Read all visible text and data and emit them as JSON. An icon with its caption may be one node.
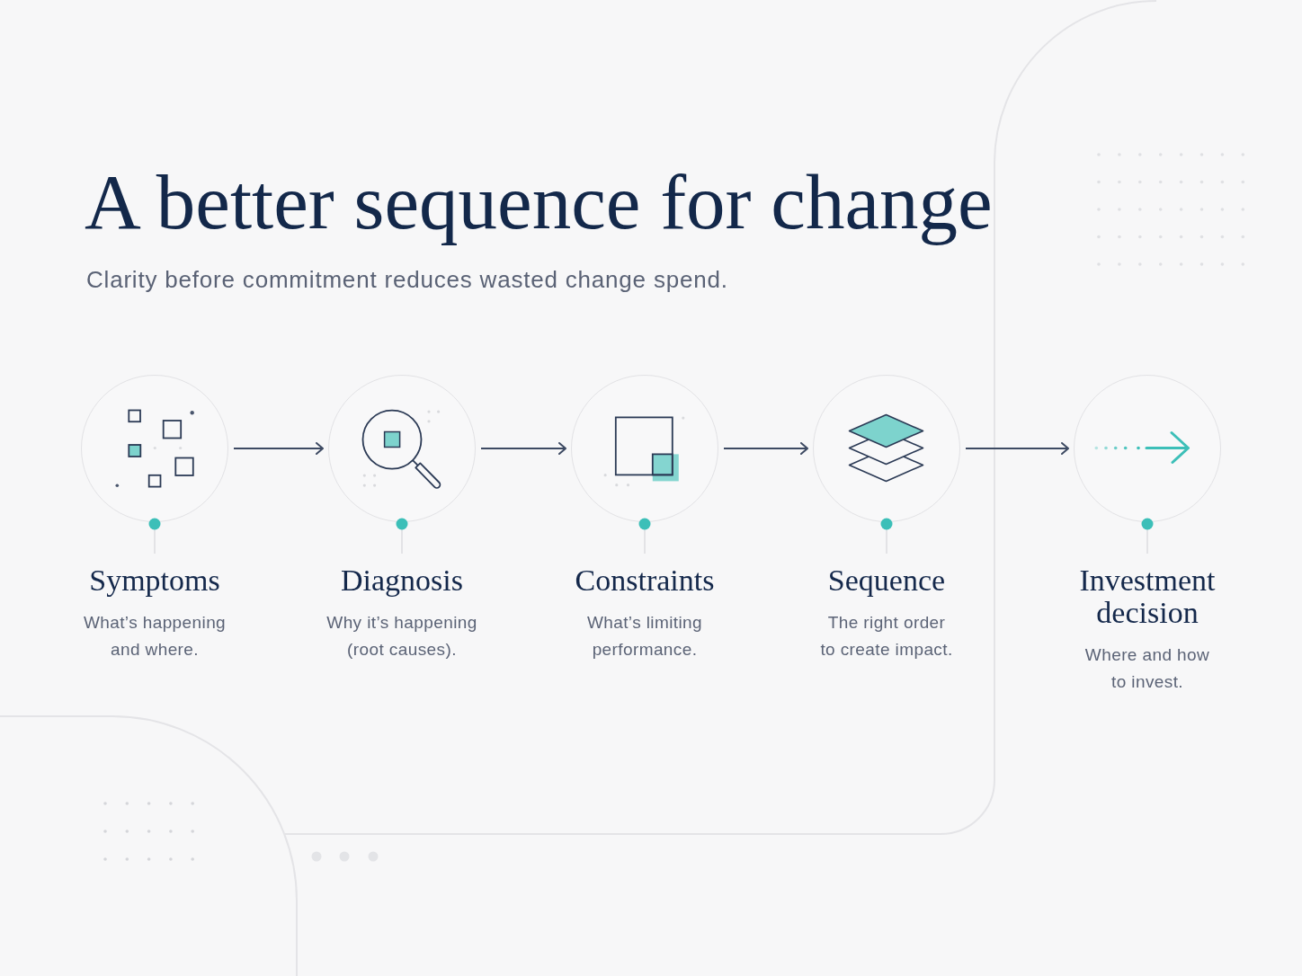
{
  "diagram": {
    "title": "A better sequence for change",
    "nodes": [
      {
        "text": [
          "Symptoms",
          "What’s happening and where."
        ]
      },
      {
        "text": [
          "Diagnosis",
          "Why it’s happening (root causes)."
        ]
      },
      {
        "text": [
          "Constraints",
          "What’s limiting performance."
        ]
      },
      {
        "text": [
          "Sequence",
          "The right order to create impact."
        ]
      },
      {
        "text": [
          "Investment decision",
          "Where and how to invest."
        ]
      }
    ],
    "edges": [
      {
        "from": 0,
        "to": 1,
        "arrow": "to"
      },
      {
        "from": 1,
        "to": 2,
        "arrow": "to"
      },
      {
        "from": 2,
        "to": 3,
        "arrow": "to"
      },
      {
        "from": 3,
        "to": 4,
        "arrow": "to"
      }
    ],
    "labels": [
      "Clarity before commitment reduces wasted change spend."
    ]
  }
}
